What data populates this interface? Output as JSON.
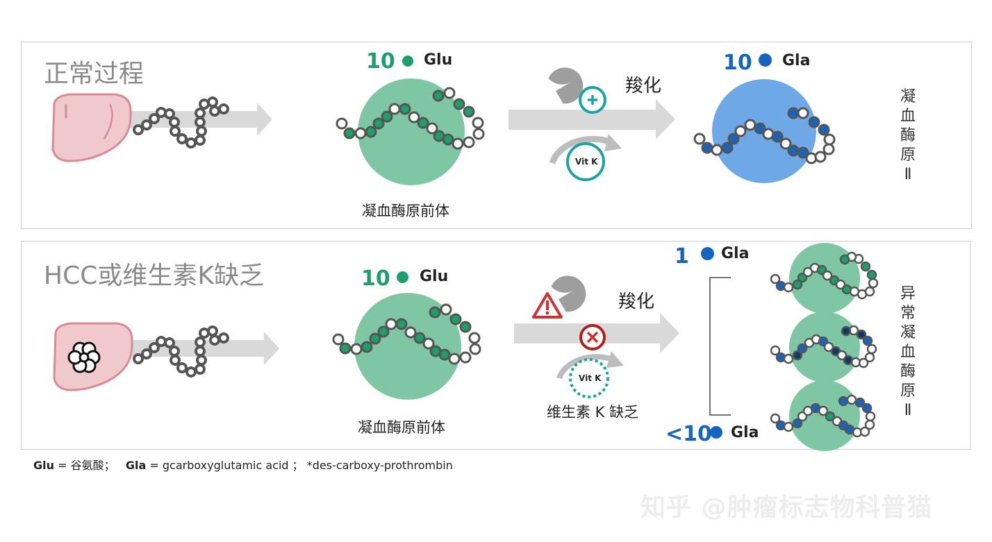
{
  "normal": {
    "title": "正常过程",
    "precursor": {
      "count": "10",
      "label": "Glu",
      "caption": "凝血酶原前体"
    },
    "process_label": "羧化",
    "vitk": "Vit K",
    "product": {
      "count": "10",
      "label": "Gla",
      "vertical": [
        "凝",
        "血",
        "酶",
        "原",
        "Ⅱ"
      ]
    }
  },
  "hcc": {
    "title": "HCC或维生素K缺乏",
    "precursor": {
      "count": "10",
      "label": "Glu",
      "caption": "凝血酶原前体"
    },
    "process_label": "羧化",
    "vitk": "Vit K",
    "deficiency_label": "维生素 K 缺乏",
    "top": {
      "count": "1",
      "label": "Gla"
    },
    "bottom": {
      "count": "<10",
      "label": "Gla"
    },
    "vertical": [
      "异",
      "常",
      "凝",
      "血",
      "酶",
      "原",
      "Ⅱ"
    ]
  },
  "footnote": {
    "glu_abbr": "Glu",
    "glu_def": " = 谷氨酸；",
    "gla_abbr": "Gla",
    "gla_def": " = gcarboxyglutamic acid ；  *des-carboxy-prothrombin"
  },
  "watermark": "知乎 @肿瘤标志物科普猫",
  "colors": {
    "glu": "#1e9e6a",
    "gla": "#1565c0",
    "gla_dark": "#0d3b66",
    "green_disc": "#7fc7a4",
    "blue_disc": "#6fa8e6",
    "teal": "#19a3a3",
    "warn": "#d32f2f",
    "liver": "#f0c9cd",
    "arrow": "#d9d9d9"
  }
}
